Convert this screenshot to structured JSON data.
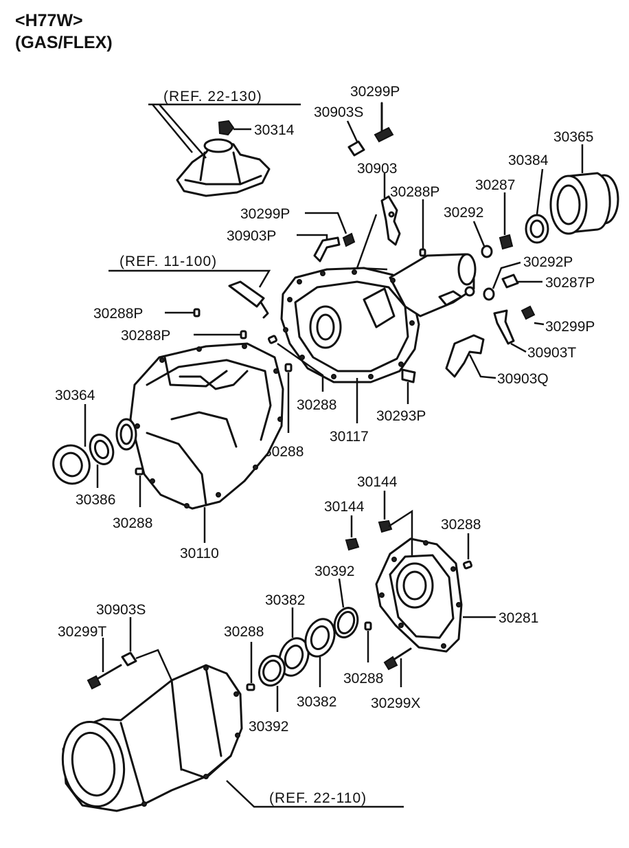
{
  "header": {
    "model": "<H77W>",
    "variant": "(GAS/FLEX)"
  },
  "refs": {
    "ref_22_130": "(REF. 22-130)",
    "ref_11_100": "(REF. 11-100)",
    "ref_22_110": "(REF. 22-110)"
  },
  "labels": {
    "p30299P_top": "30299P",
    "p30903S_top": "30903S",
    "p30314": "30314",
    "p30365": "30365",
    "p30903": "30903",
    "p30384": "30384",
    "p30287": "30287",
    "p30288P_a": "30288P",
    "p30292": "30292",
    "p30299P_mid": "30299P",
    "p30903P": "30903P",
    "p30292P": "30292P",
    "p30287P": "30287P",
    "p30288P_b": "30288P",
    "p30288P_c": "30288P",
    "p30299P_right": "30299P",
    "p30903T": "30903T",
    "p30903Q": "30903Q",
    "p30364": "30364",
    "p30288_a": "30288",
    "p30293P": "30293P",
    "p30117": "30117",
    "p30288_b": "30288",
    "p30386": "30386",
    "p30288_c": "30288",
    "p30110": "30110",
    "p30144_a": "30144",
    "p30144_b": "30144",
    "p30288_d": "30288",
    "p30392_a": "30392",
    "p30382_a": "30382",
    "p30281": "30281",
    "p30903S_bot": "30903S",
    "p30299T": "30299T",
    "p30288_e": "30288",
    "p30288_f": "30288",
    "p30299X": "30299X",
    "p30382_b": "30382",
    "p30392_b": "30392"
  }
}
